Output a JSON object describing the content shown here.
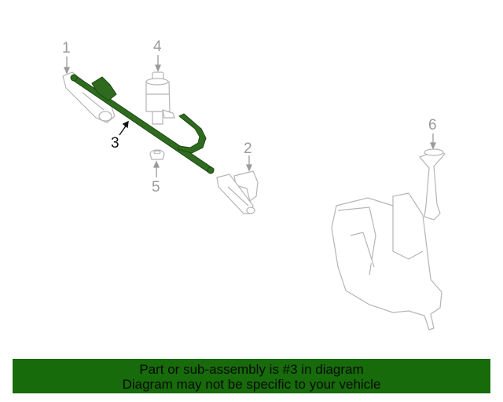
{
  "diagram": {
    "callouts": [
      {
        "number": "1",
        "label": "1",
        "highlighted": false
      },
      {
        "number": "2",
        "label": "2",
        "highlighted": false
      },
      {
        "number": "3",
        "label": "3",
        "highlighted": true
      },
      {
        "number": "4",
        "label": "4",
        "highlighted": false
      },
      {
        "number": "5",
        "label": "5",
        "highlighted": false
      },
      {
        "number": "6",
        "label": "6",
        "highlighted": false
      }
    ],
    "highlight_color": "#2e6b1e",
    "line_color": "#b0b0b0"
  },
  "banner": {
    "line1": "Part or sub-assembly is #3 in diagram",
    "line2": "Diagram may not be specific to your vehicle",
    "background": "#176b0a"
  }
}
